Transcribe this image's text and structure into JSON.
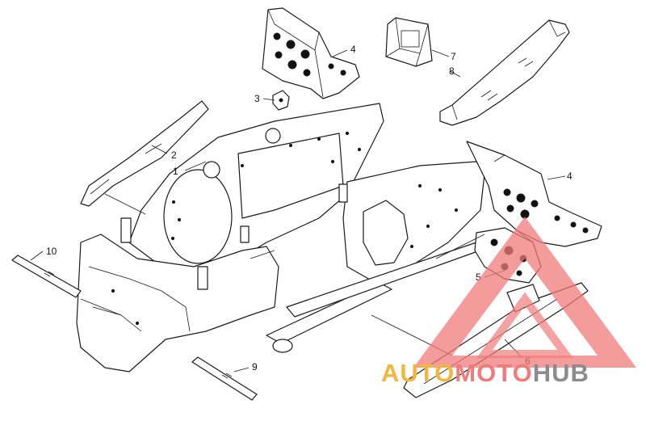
{
  "diagram": {
    "callouts": [
      {
        "id": "1",
        "label": "1"
      },
      {
        "id": "2",
        "label": "2"
      },
      {
        "id": "3",
        "label": "3"
      },
      {
        "id": "4a",
        "label": "4"
      },
      {
        "id": "4b",
        "label": "4"
      },
      {
        "id": "5",
        "label": "5"
      },
      {
        "id": "6",
        "label": "6"
      },
      {
        "id": "7",
        "label": "7"
      },
      {
        "id": "8",
        "label": "8"
      },
      {
        "id": "9",
        "label": "9"
      },
      {
        "id": "10",
        "label": "10"
      }
    ]
  },
  "watermark": {
    "part1": "AUTO",
    "part2": "MOTO",
    "part3": "HUB",
    "colors": {
      "red": "#f07b7b",
      "orange": "#f2b63c",
      "gray": "#8c8c8c"
    }
  }
}
